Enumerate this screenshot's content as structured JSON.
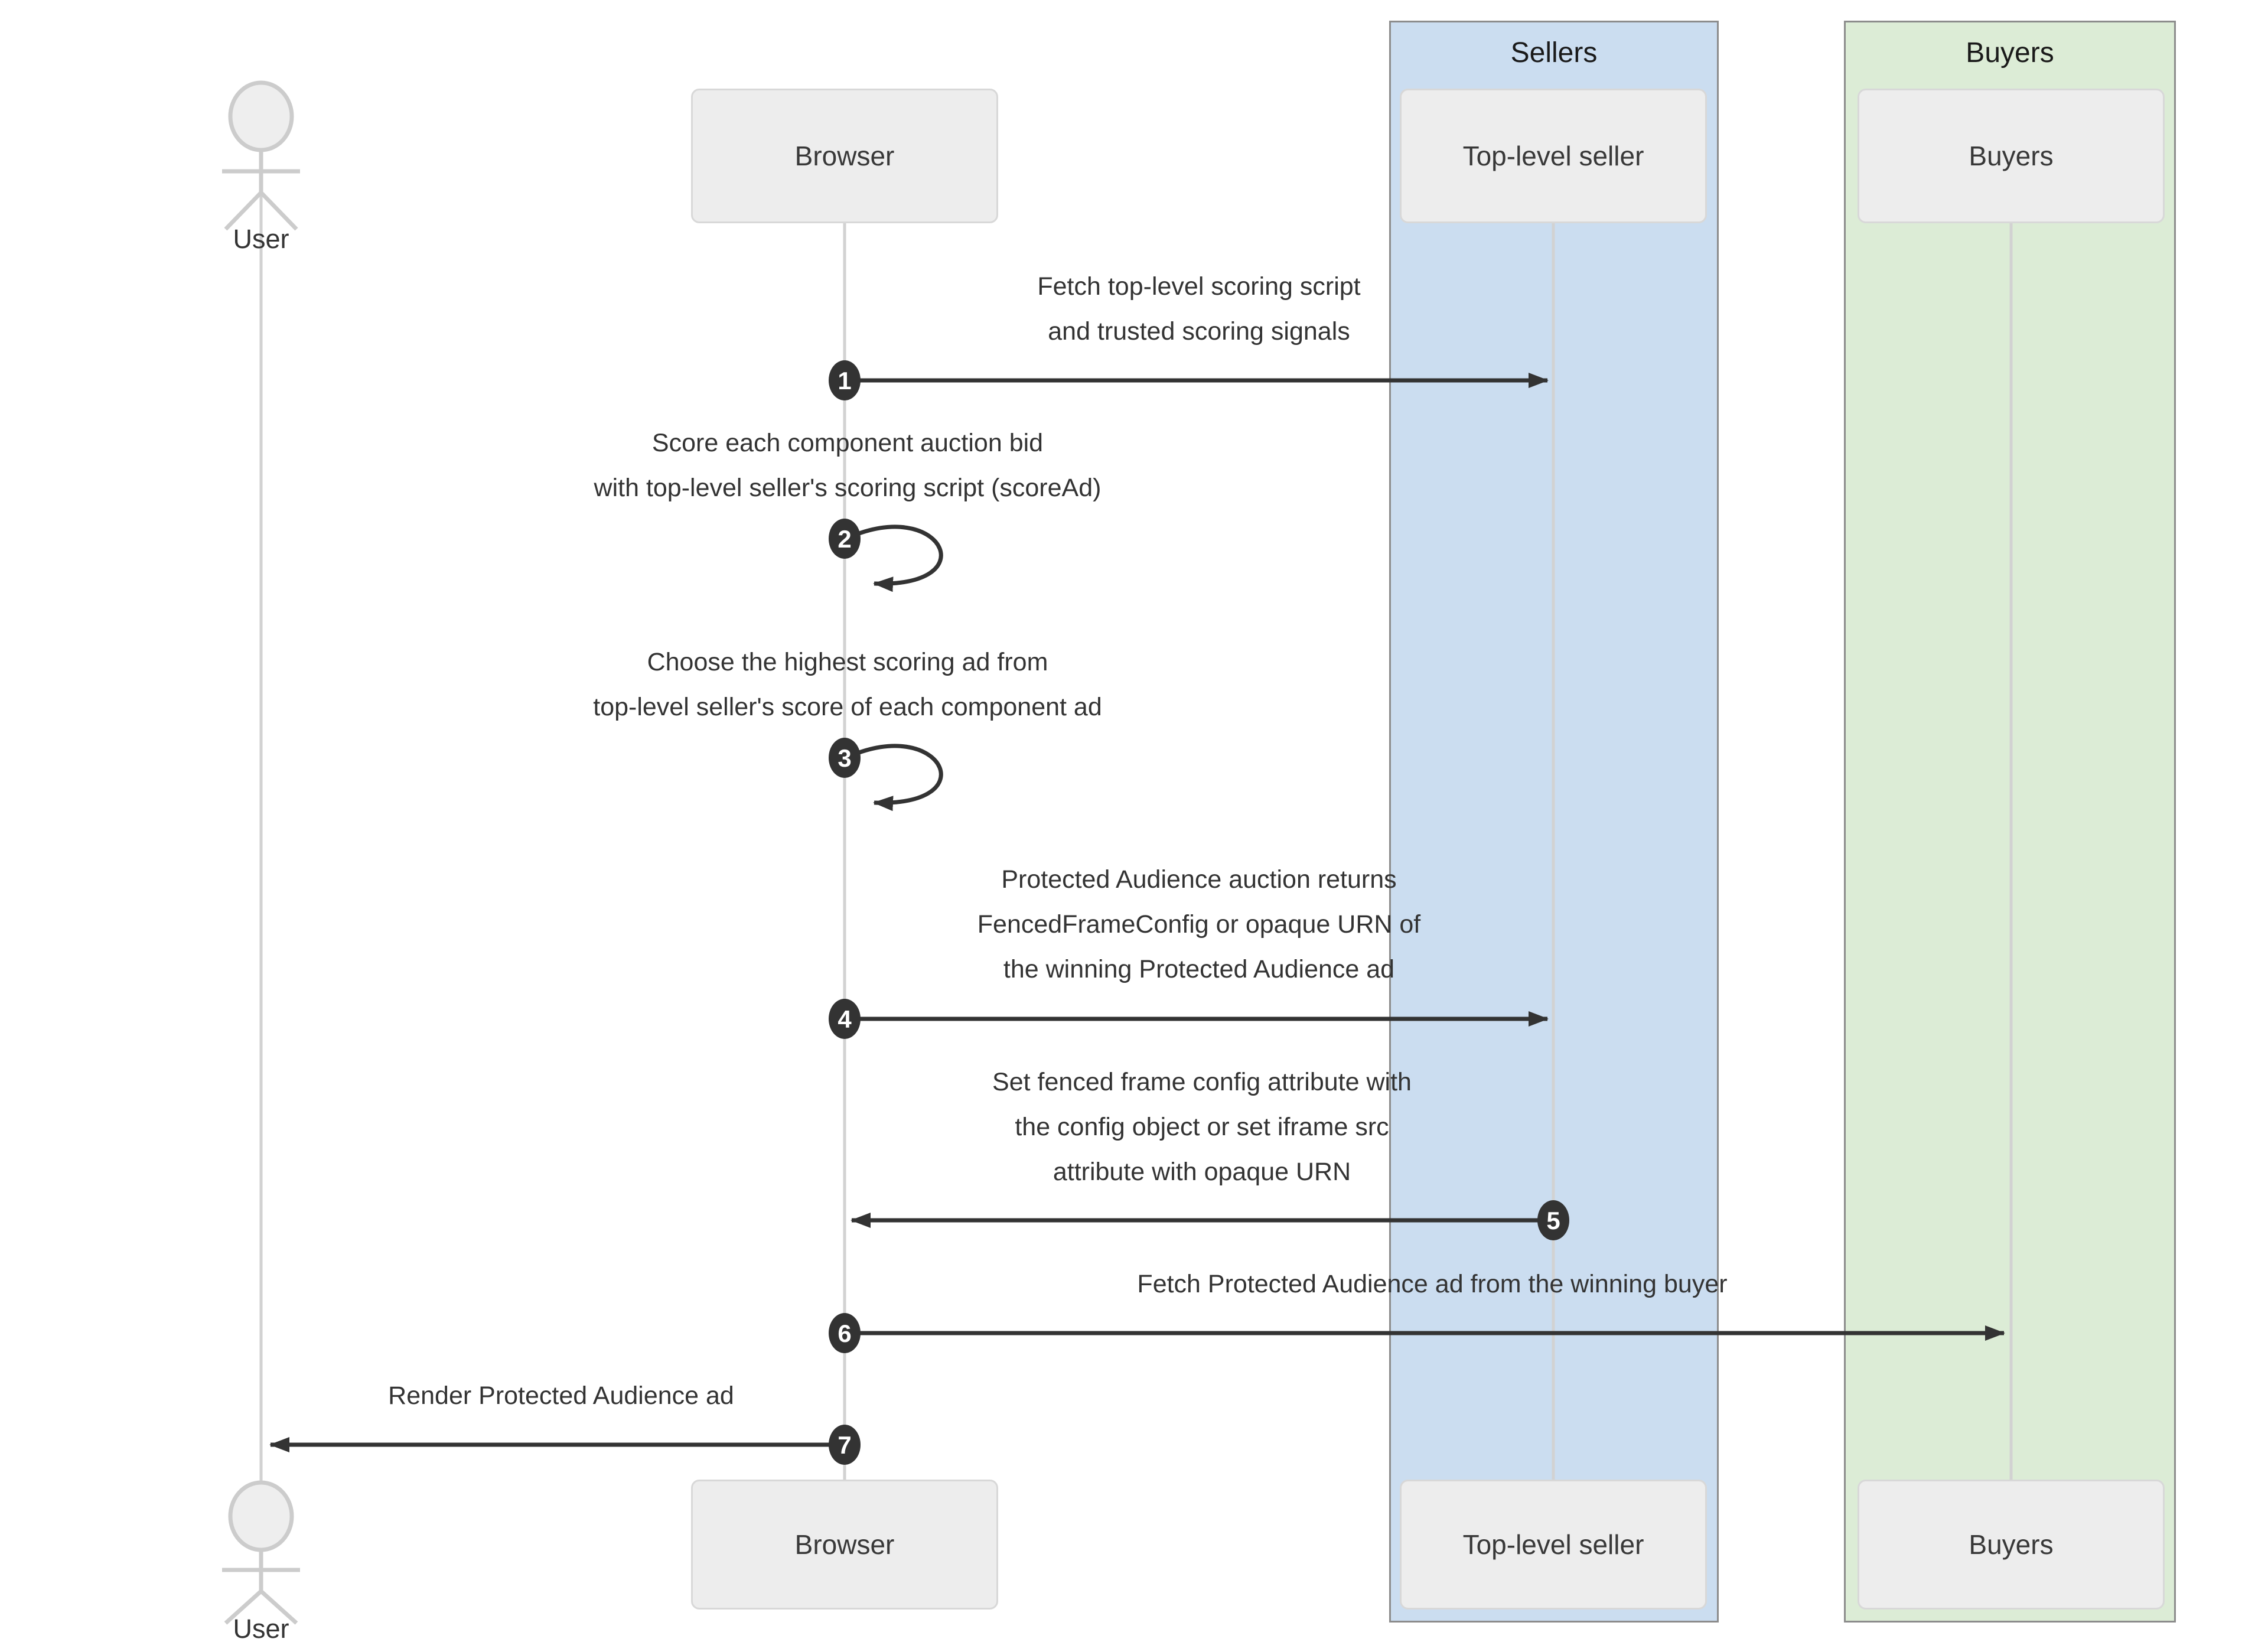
{
  "diagram_type": "sequence-diagram",
  "groups": {
    "sellers": {
      "title": "Sellers",
      "fill": "#cbddf0",
      "border": "#8c8c8c"
    },
    "buyers": {
      "title": "Buyers",
      "fill": "#dcecd6",
      "border": "#8c8c8c"
    }
  },
  "actors": {
    "user": {
      "label": "User"
    },
    "browser": {
      "label": "Browser"
    },
    "seller": {
      "label": "Top-level seller"
    },
    "buyers": {
      "label": "Buyers"
    }
  },
  "messages": [
    {
      "num": "1",
      "from": "Browser",
      "to": "Top-level seller",
      "kind": "arrow-right",
      "text": "Fetch top-level scoring script\nand trusted scoring signals"
    },
    {
      "num": "2",
      "from": "Browser",
      "to": "Browser",
      "kind": "self-loop",
      "text": "Score each component auction bid\nwith top-level seller's scoring script (scoreAd)"
    },
    {
      "num": "3",
      "from": "Browser",
      "to": "Browser",
      "kind": "self-loop",
      "text": "Choose the highest scoring ad from\ntop-level seller's score of each component ad"
    },
    {
      "num": "4",
      "from": "Browser",
      "to": "Top-level seller",
      "kind": "arrow-right",
      "text": "Protected Audience auction returns\nFencedFrameConfig or opaque URN of\nthe winning Protected Audience ad"
    },
    {
      "num": "5",
      "from": "Top-level seller",
      "to": "Browser",
      "kind": "arrow-left",
      "text": "Set fenced frame config attribute with\nthe config object or set iframe src\nattribute with opaque URN"
    },
    {
      "num": "6",
      "from": "Browser",
      "to": "Buyers",
      "kind": "arrow-right",
      "text": "Fetch Protected Audience ad from the winning buyer"
    },
    {
      "num": "7",
      "from": "Browser",
      "to": "User",
      "kind": "arrow-left",
      "text": "Render Protected Audience ad"
    }
  ],
  "colors": {
    "background": "#ffffff",
    "sellers_band_fill": "#cbddf0",
    "buyers_band_fill": "#dcecd6",
    "band_border": "#8c8c8c",
    "participant_box_fill": "#ededed",
    "participant_box_border": "#d8d8d8",
    "lifeline": "#d2d2d2",
    "actor_figure": "#cccccc",
    "arrow": "#333333",
    "number_badge_fill": "#333333",
    "number_badge_text": "#ffffff",
    "message_text": "#333333"
  }
}
